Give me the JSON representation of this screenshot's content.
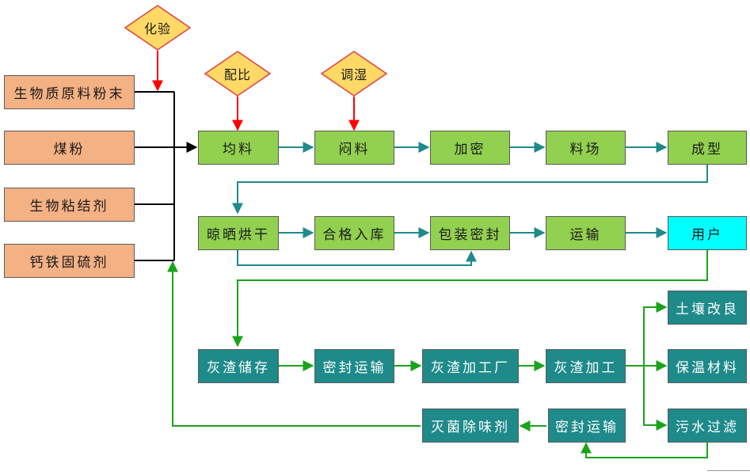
{
  "inspections": {
    "assay": "化验",
    "ratio": "配比",
    "humidify": "调湿"
  },
  "raw_materials": {
    "biomass": "生物质原料粉末",
    "coal": "煤粉",
    "binder": "生物粘结剂",
    "desulfurizer": "钙铁固硫剂"
  },
  "row1": {
    "mix": "均料",
    "stuffy": "闷料",
    "densify": "加密",
    "yard": "料场",
    "forming": "成型"
  },
  "row2": {
    "dry": "晾晒烘干",
    "storage": "合格入库",
    "packaging": "包装密封",
    "transport": "运输",
    "user": "用户"
  },
  "row3": {
    "ash_storage": "灰渣储存",
    "sealed_transport": "密封运输",
    "ash_plant": "灰渣加工厂",
    "ash_processing": "灰渣加工"
  },
  "outputs": {
    "soil": "土壤改良",
    "insulation": "保温材料",
    "sewage": "污水过滤"
  },
  "row4": {
    "sealed_transport": "密封运输",
    "sterilize": "灭菌除味剂"
  },
  "colors": {
    "raw": "#f4b184",
    "process": "#92d050",
    "ash": "#1e8a8a",
    "user": "#00ffff",
    "diamond": "#ffd966",
    "diamond_stroke": "#e04040",
    "arrow_teal": "#1e8a8a",
    "arrow_green": "#1aa31a",
    "arrow_red": "#ff0000",
    "arrow_black": "#000000"
  }
}
